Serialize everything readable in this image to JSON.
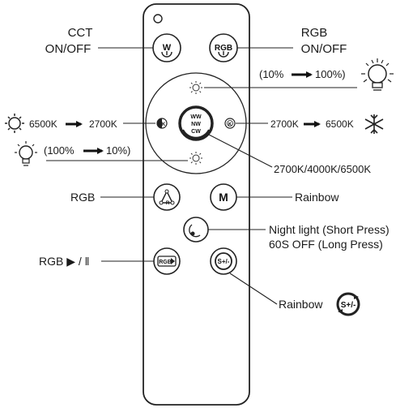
{
  "remote": {
    "buttons": {
      "w": "W",
      "rgb": "RGB",
      "m": "M",
      "cct_center": [
        "WW",
        "NW",
        "CW"
      ],
      "rgb_play": "RGB",
      "speed": "S+/-"
    }
  },
  "callouts": {
    "cct_line1": "CCT",
    "cct_line2": "ON/OFF",
    "rgb_line1": "RGB",
    "rgb_line2": "ON/OFF",
    "bright_up": {
      "from": "(10%",
      "to": "100%)"
    },
    "bright_down": {
      "from": "(100%",
      "to": "10%)"
    },
    "cct_warm": {
      "from": "6500K",
      "to": "2700K"
    },
    "cct_cool": {
      "from": "2700K",
      "to": "6500K"
    },
    "cct_toggle": "2700K/4000K/6500K",
    "rgb_mode": "RGB",
    "rainbow_mode": "Rainbow",
    "night_line1": "Night light (Short Press)",
    "night_line2": "60S OFF (Long Press)",
    "rgb_play_pause": "RGB ▶ / ‖",
    "rainbow_speed": "Rainbow",
    "rainbow_speed_icon": "S+/-"
  }
}
